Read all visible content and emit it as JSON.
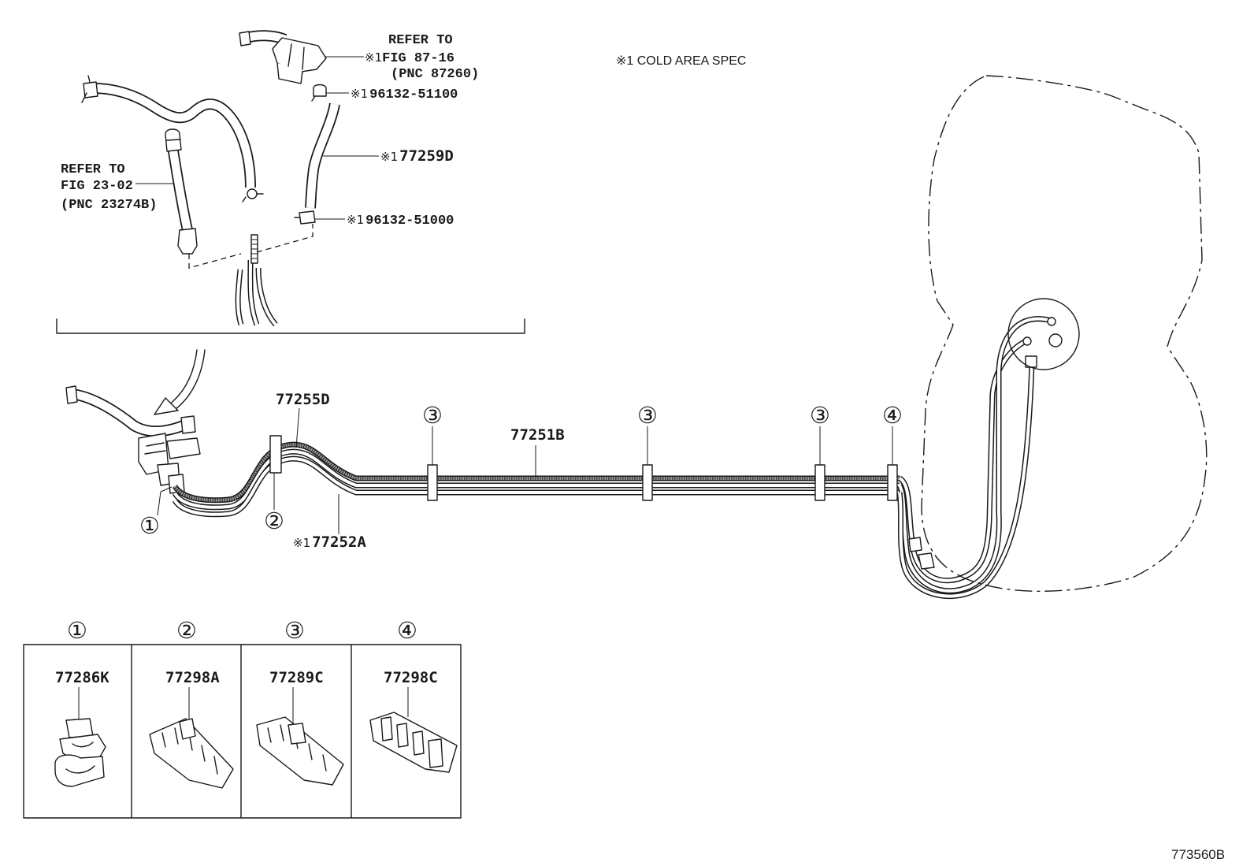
{
  "note": "※1 COLD AREA SPEC",
  "labels": {
    "refer_87": {
      "l1": "REFER TO",
      "mark": "※1",
      "l2": "FIG 87-16",
      "l3": "(PNC 87260)"
    },
    "part_96132_51100": {
      "mark": "※1",
      "part": "96132-51100"
    },
    "part_77259d": {
      "mark": "※1",
      "part": "77259D"
    },
    "refer_23": {
      "l1": "REFER TO",
      "l2": "FIG 23-02",
      "l3": "(PNC 23274B)"
    },
    "part_96132_51000": {
      "mark": "※1",
      "part": "96132-51000"
    },
    "part_77255d": {
      "part": "77255D"
    },
    "part_77251b": {
      "part": "77251B"
    },
    "part_77252a": {
      "mark": "※1",
      "part": "77252A"
    }
  },
  "clamp_callouts": [
    "①",
    "②",
    "③",
    "③",
    "③",
    "④"
  ],
  "clamp_table": [
    {
      "ref": "①",
      "part": "77286K"
    },
    {
      "ref": "②",
      "part": "77298A"
    },
    {
      "ref": "③",
      "part": "77289C"
    },
    {
      "ref": "④",
      "part": "77298C"
    }
  ],
  "drawing_id": "773560B",
  "colors": {
    "line": "#1a1a1a",
    "background": "#ffffff"
  }
}
